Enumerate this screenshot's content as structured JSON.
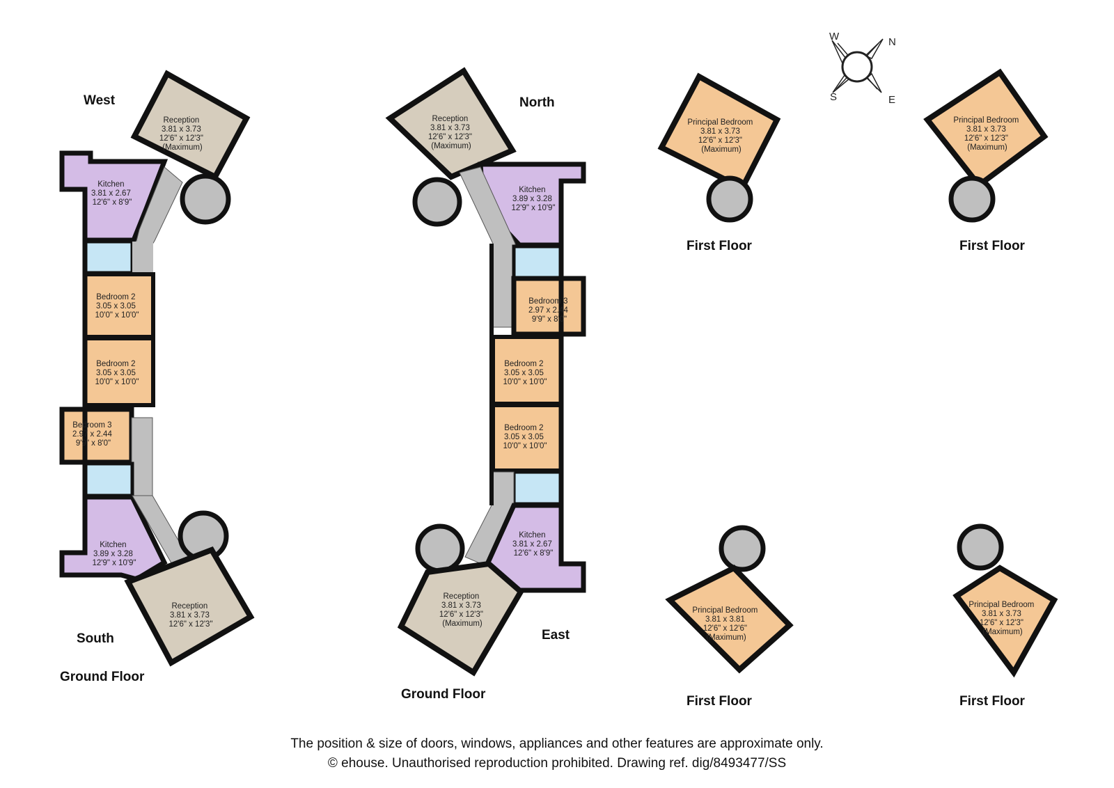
{
  "compass": {
    "w": "W",
    "n": "N",
    "s": "S",
    "e": "E"
  },
  "orientation": {
    "west": "West",
    "north": "North",
    "south": "South",
    "east": "East"
  },
  "floor_labels": {
    "gf1": "Ground Floor",
    "gf2": "Ground Floor",
    "ff1": "First Floor",
    "ff2": "First Floor",
    "ff3": "First Floor",
    "ff4": "First Floor"
  },
  "plan1": {
    "reception_top": [
      "Reception",
      "3.81 x 3.73",
      "12'6\" x 12'3\"",
      "(Maximum)"
    ],
    "kitchen_top": [
      "Kitchen",
      "3.81 x 2.67",
      "12'6\" x 8'9\""
    ],
    "bed2_a": [
      "Bedroom 2",
      "3.05 x 3.05",
      "10'0\" x 10'0\""
    ],
    "bed2_b": [
      "Bedroom 2",
      "3.05 x 3.05",
      "10'0\" x 10'0\""
    ],
    "bed3": [
      "Bedroom 3",
      "2.97 x 2.44",
      "9'9\" x 8'0\""
    ],
    "kitchen_bottom": [
      "Kitchen",
      "3.89 x 3.28",
      "12'9\" x 10'9\""
    ],
    "reception_bottom": [
      "Reception",
      "3.81 x 3.73",
      "12'6\" x 12'3\""
    ]
  },
  "plan2": {
    "reception_top": [
      "Reception",
      "3.81 x 3.73",
      "12'6\" x 12'3\"",
      "(Maximum)"
    ],
    "kitchen_top": [
      "Kitchen",
      "3.89 x 3.28",
      "12'9\" x 10'9\""
    ],
    "bed3": [
      "Bedroom 3",
      "2.97 x 2.44",
      "9'9\" x 8'0\""
    ],
    "bed2_a": [
      "Bedroom 2",
      "3.05 x 3.05",
      "10'0\" x 10'0\""
    ],
    "bed2_b": [
      "Bedroom 2",
      "3.05 x 3.05",
      "10'0\" x 10'0\""
    ],
    "kitchen_bottom": [
      "Kitchen",
      "3.81 x 2.67",
      "12'6\" x 8'9\""
    ],
    "reception_bottom": [
      "Reception",
      "3.81 x 3.73",
      "12'6\" x 12'3\"",
      "(Maximum)"
    ]
  },
  "first_floor": {
    "ff1": [
      "Principal Bedroom",
      "3.81 x 3.73",
      "12'6\" x 12'3\"",
      "(Maximum)"
    ],
    "ff2": [
      "Principal Bedroom",
      "3.81 x 3.73",
      "12'6\" x 12'3\"",
      "(Maximum)"
    ],
    "ff3": [
      "Principal Bedroom",
      "3.81 x 3.81",
      "12'6\" x 12'6\"",
      "(Maximum)"
    ],
    "ff4": [
      "Principal Bedroom",
      "3.81 x 3.73",
      "12'6\" x 12'3\"",
      "(Maximum)"
    ]
  },
  "footer": {
    "line1": "The position & size of doors, windows, appliances and other features are approximate only.",
    "line2": "© ehouse. Unauthorised reproduction prohibited. Drawing ref. dig/8493477/SS"
  },
  "colors": {
    "reception": "#d6cdbd",
    "kitchen": "#d4bce6",
    "bedroom": "#f4c795",
    "bathroom": "#c6e6f5",
    "hall": "#bfbfbf",
    "wall": "#111111"
  }
}
